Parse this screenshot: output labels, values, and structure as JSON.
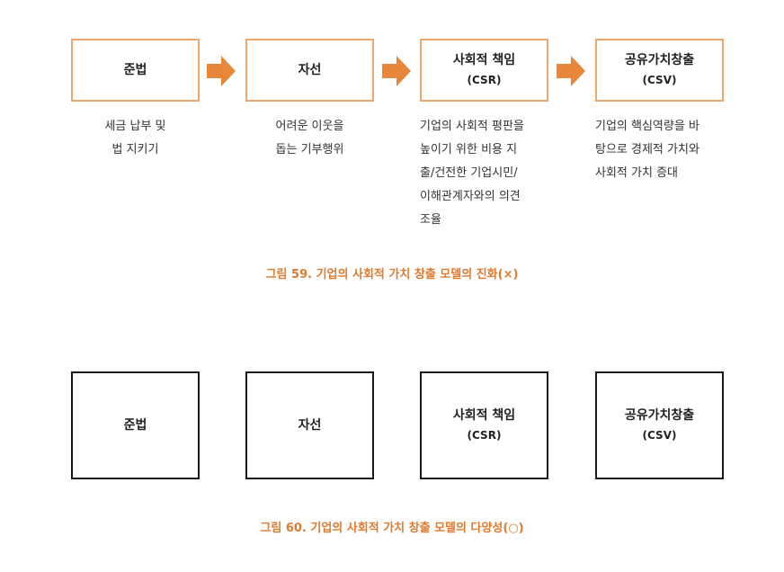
{
  "figure59": {
    "steps": [
      {
        "title": "준법",
        "sub": "",
        "desc_lines": [
          "세금 납부 및",
          "법 지키기"
        ]
      },
      {
        "title": "자선",
        "sub": "",
        "desc_lines": [
          "어려운 이웃을",
          "돕는 기부행위"
        ]
      },
      {
        "title": "사회적 책임",
        "sub": "(CSR)",
        "desc_lines": [
          "기업의 사회적 평판을",
          "높이기 위한 비용 지",
          "출/건전한 기업시민/",
          "이해관계자와의 의견",
          "조율"
        ]
      },
      {
        "title": "공유가치창출",
        "sub": "(CSV)",
        "desc_lines": [
          "기업의 핵심역량을 바",
          "탕으로 경제적 가치와",
          "사회적 가치 증대"
        ]
      }
    ],
    "caption": "그림 59. 기업의 사회적 가치 창출 모델의 진화(×)",
    "arrow_color": "#e8873a",
    "box_border_color": "#f0a56a"
  },
  "figure60": {
    "steps": [
      {
        "title": "준법",
        "sub": ""
      },
      {
        "title": "자선",
        "sub": ""
      },
      {
        "title": "사회적 책임",
        "sub": "(CSR)"
      },
      {
        "title": "공유가치창출",
        "sub": "(CSV)"
      }
    ],
    "caption": "그림 60. 기업의 사회적 가치 창출 모델의 다양성(○)"
  },
  "caption_color": "#e07a2e"
}
